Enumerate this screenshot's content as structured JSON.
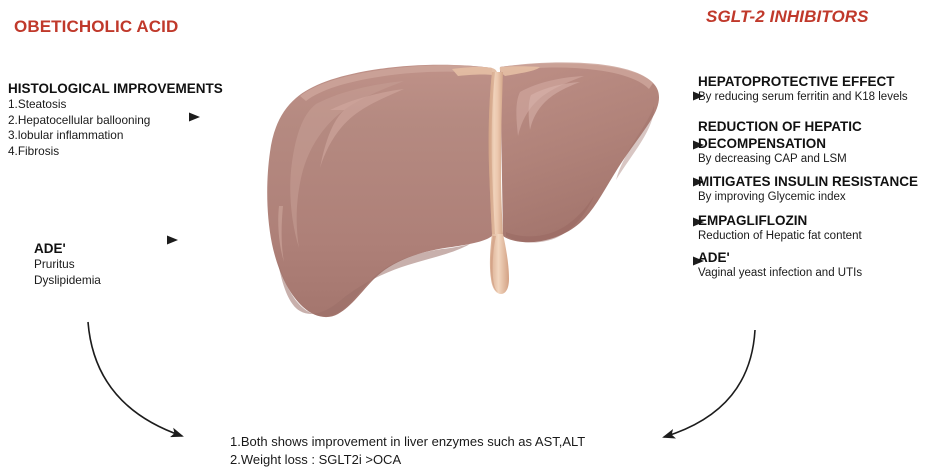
{
  "figure": {
    "type": "medical-diagram",
    "subject": "liver",
    "colors": {
      "title_red": "#c0392b",
      "liver_fill": "#b08279",
      "liver_fill_light": "#bb8d83",
      "liver_shadow": "#9b6f67",
      "liver_rim_highlight": "#c99a90",
      "ligament": "#e8c4ab",
      "ligament_shade": "#d9ab8e",
      "arrow": "#1c1c1c",
      "background": "#ffffff"
    }
  },
  "left_column": {
    "drug_title": "OBETICHOLIC ACID",
    "histological": {
      "heading": "HISTOLOGICAL IMPROVEMENTS",
      "items": [
        "1.Steatosis",
        "2.Hepatocellular ballooning",
        "3.lobular inflammation",
        "4.Fibrosis"
      ]
    },
    "adverse": {
      "heading": "ADE'",
      "items": [
        "Pruritus",
        "Dyslipidemia"
      ]
    }
  },
  "right_column": {
    "drug_title": "SGLT-2 INHIBITORS",
    "effects": [
      {
        "heading": "HEPATOPROTECTIVE EFFECT",
        "heading_line2": "",
        "sub": "By reducing serum ferritin and K18 levels"
      },
      {
        "heading": "REDUCTION OF HEPATIC",
        "heading_line2": "DECOMPENSATION",
        "sub": "By decreasing CAP and LSM"
      },
      {
        "heading": "MITIGATES INSULIN RESISTANCE",
        "heading_line2": "",
        "sub": "By improving Glycemic index"
      },
      {
        "heading": "EMPAGLIFLOZIN",
        "heading_line2": "",
        "sub": "Reduction of Hepatic fat content"
      },
      {
        "heading": "ADE'",
        "heading_line2": "",
        "sub": "Vaginal yeast infection and UTIs"
      }
    ]
  },
  "bottom_shared": {
    "lines": [
      "1.Both shows improvement in liver enzymes such as AST,ALT",
      "2.Weight loss : SGLT2i >OCA"
    ]
  },
  "arrows": {
    "left": [
      {
        "name": "arrow-to-histological-improvements",
        "direction": "left"
      },
      {
        "name": "arrow-to-adverse-effects",
        "direction": "left"
      }
    ],
    "right": [
      {
        "name": "arrow-to-hepatoprotective-effect",
        "direction": "right"
      },
      {
        "name": "arrow-to-reduction-hepatic-decompensation",
        "direction": "right"
      },
      {
        "name": "arrow-to-mitigates-insulin-resistance",
        "direction": "right"
      },
      {
        "name": "arrow-to-empagliflozin",
        "direction": "right"
      },
      {
        "name": "arrow-to-sglt2-adverse-effects",
        "direction": "right"
      }
    ],
    "curved": [
      {
        "name": "curved-arrow-left-to-shared",
        "direction": "down-right"
      },
      {
        "name": "curved-arrow-right-to-shared",
        "direction": "down-left"
      }
    ]
  }
}
